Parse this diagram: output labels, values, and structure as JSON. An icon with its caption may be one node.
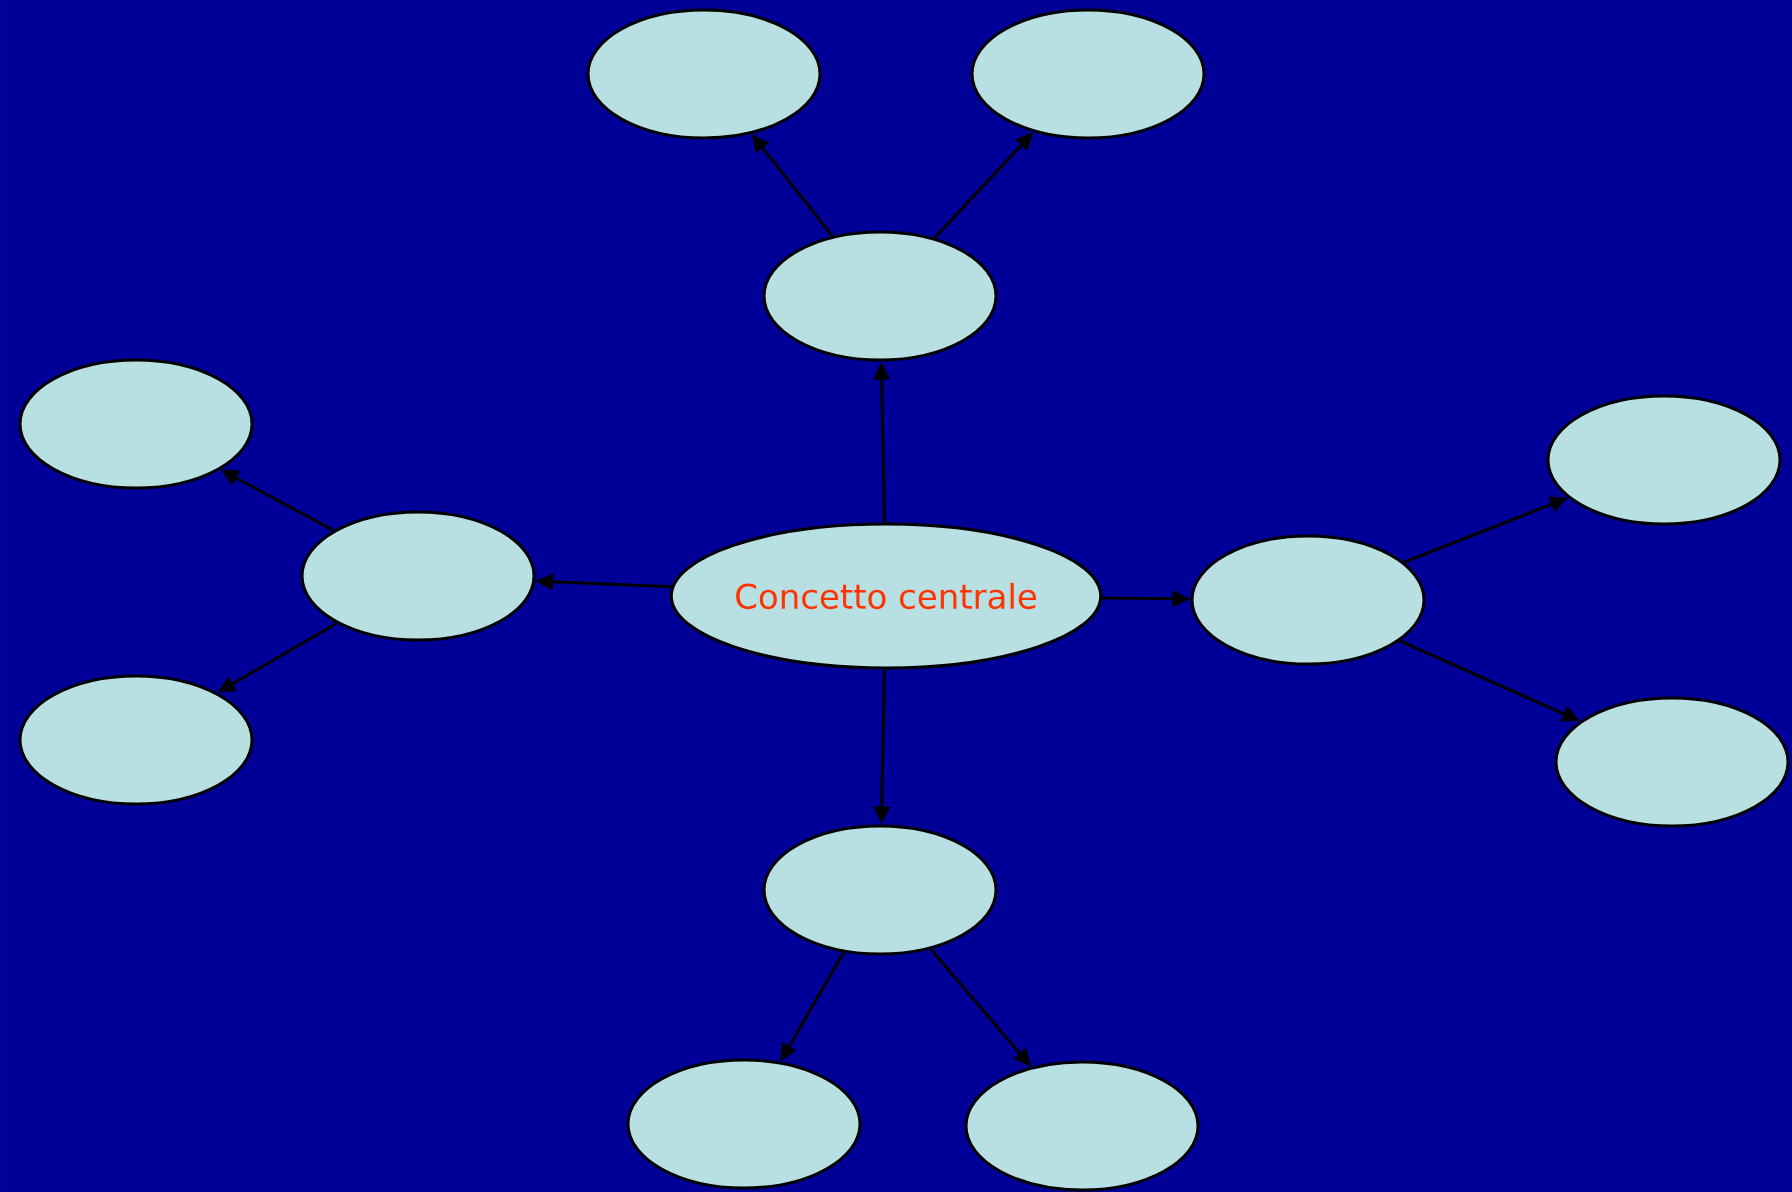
{
  "diagram": {
    "nodes": [
      {
        "text": [
          "Concetto centrale"
        ]
      },
      {
        "text": [],
        "shape": "ellipse"
      },
      {
        "text": [],
        "shape": "ellipse"
      },
      {
        "text": [],
        "shape": "ellipse"
      },
      {
        "text": [],
        "shape": "ellipse"
      },
      {
        "text": [],
        "shape": "ellipse"
      },
      {
        "text": [],
        "shape": "ellipse"
      },
      {
        "text": [],
        "shape": "ellipse"
      },
      {
        "text": [],
        "shape": "ellipse"
      },
      {
        "text": [],
        "shape": "ellipse"
      },
      {
        "text": [],
        "shape": "ellipse"
      },
      {
        "text": [],
        "shape": "ellipse"
      },
      {
        "text": [],
        "shape": "ellipse"
      }
    ],
    "edges": [
      {
        "from": 0,
        "to": 1,
        "arrow": "to"
      },
      {
        "from": 1,
        "to": 2,
        "arrow": "to"
      },
      {
        "from": 1,
        "to": 3,
        "arrow": "to"
      },
      {
        "from": 0,
        "to": 4,
        "arrow": "to"
      },
      {
        "from": 4,
        "to": 5,
        "arrow": "to"
      },
      {
        "from": 4,
        "to": 6,
        "arrow": "to"
      },
      {
        "from": 0,
        "to": 7,
        "arrow": "to"
      },
      {
        "from": 7,
        "to": 8,
        "arrow": "to"
      },
      {
        "from": 7,
        "to": 9,
        "arrow": "to"
      },
      {
        "from": 0,
        "to": 10,
        "arrow": "to"
      },
      {
        "from": 10,
        "to": 11,
        "arrow": "to"
      },
      {
        "from": 10,
        "to": 12,
        "arrow": "to"
      }
    ]
  }
}
